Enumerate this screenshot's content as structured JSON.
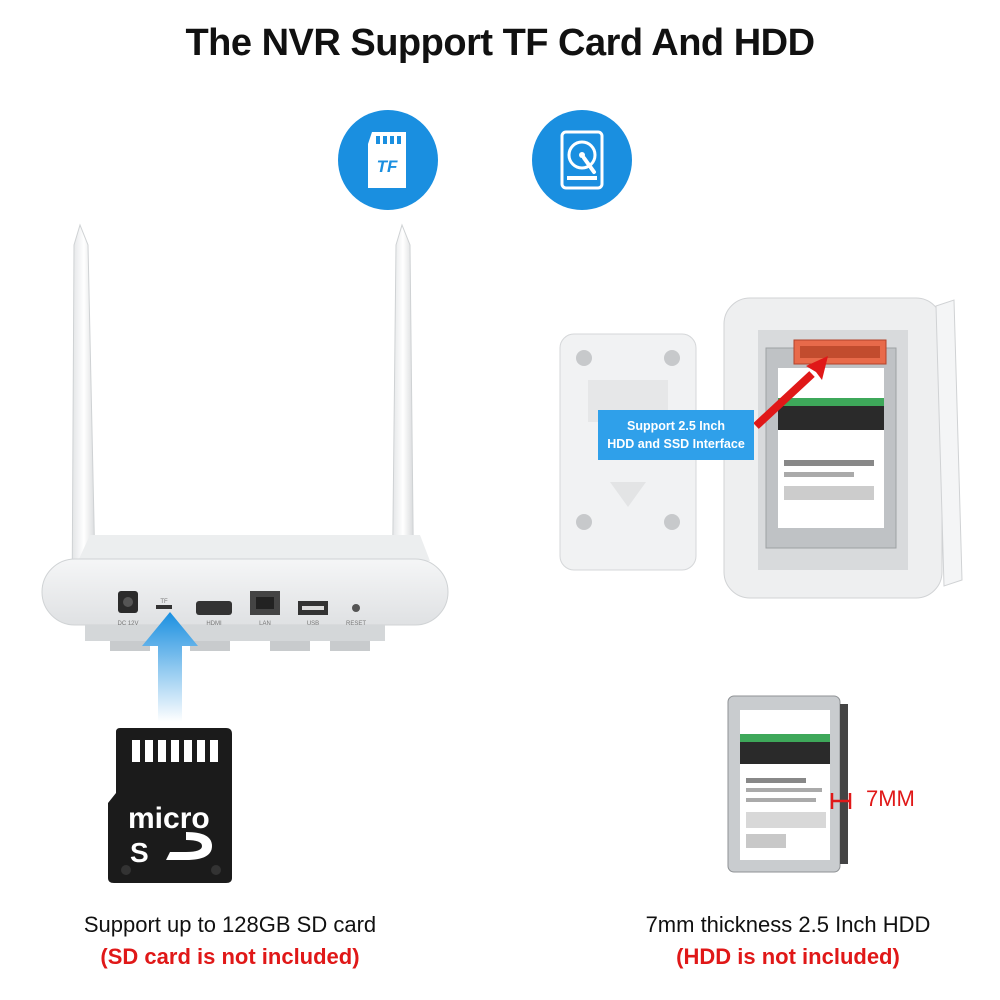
{
  "title": "The NVR Support TF Card And HDD",
  "icons": {
    "tf_badge": "TF",
    "tf_icon": "sd-card-icon",
    "hdd_icon": "hard-disk-icon"
  },
  "router": {
    "ports": [
      {
        "label": "DC 12V"
      },
      {
        "label": "TF"
      },
      {
        "label": "HDMI"
      },
      {
        "label": "LAN"
      },
      {
        "label": "USB"
      },
      {
        "label": "RESET"
      }
    ]
  },
  "hdd_bay": {
    "callout": [
      "Support 2.5 Inch",
      "HDD and SSD Interface"
    ]
  },
  "thickness": {
    "label": "7MM"
  },
  "captions": {
    "left_main": "Support up to 128GB SD card",
    "left_note": "(SD card is not included)",
    "right_main": "7mm thickness 2.5 Inch HDD",
    "right_note": "(HDD is not included)"
  },
  "colors": {
    "accent": "#1a8fe0",
    "warning": "#e01818",
    "callout": "#2fa0ea"
  }
}
